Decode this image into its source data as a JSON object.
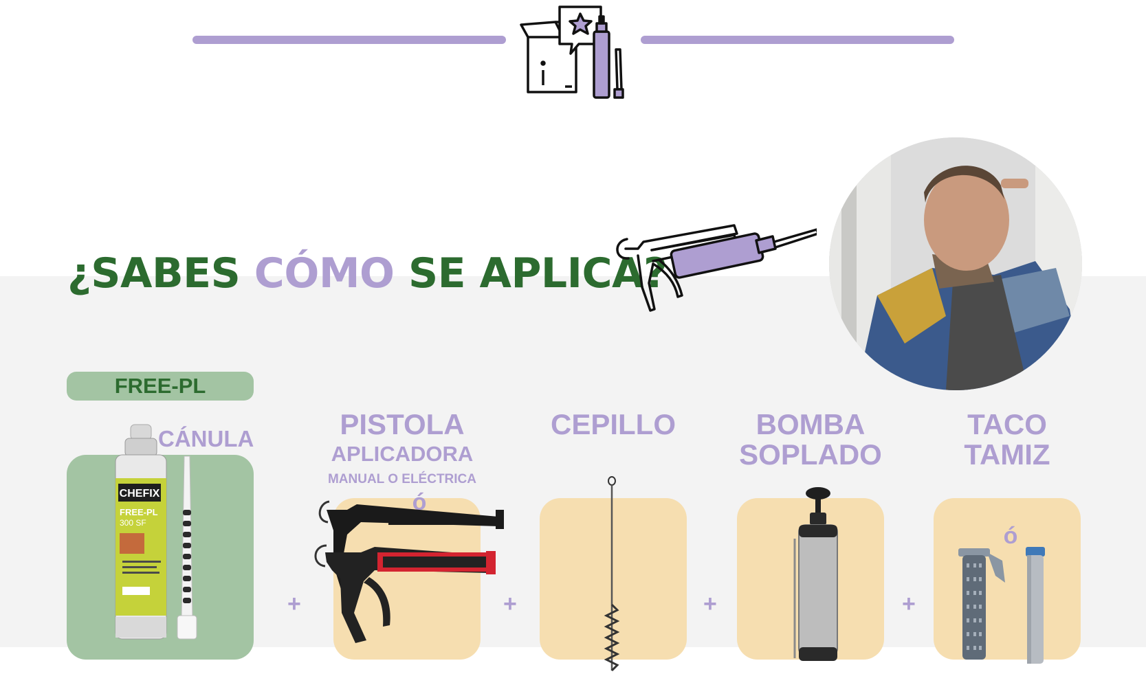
{
  "header": {
    "icon": "product-box-with-cartridge-icon"
  },
  "headline": {
    "part1": "¿SABES",
    "part2": "CÓMO",
    "part3": "SE APLICA?"
  },
  "product": {
    "pill": "FREE-PL",
    "canula": "CÁNULA",
    "brand": "CHEFIX",
    "name": "FREE-PL",
    "size": "300 SF"
  },
  "items": [
    {
      "line1": "PISTOLA",
      "line2": "APLICADORA",
      "line3": "MANUAL O ELÉCTRICA",
      "or": "ó"
    },
    {
      "line1": "CEPILLO"
    },
    {
      "line1": "BOMBA",
      "line2": "SOPLADO"
    },
    {
      "line1": "TACO",
      "line2": "TAMIZ",
      "or": "ó"
    }
  ],
  "plus": "+",
  "colors": {
    "green": "#2c6b2f",
    "purple": "#ae9ed1",
    "sage": "#a3c4a3",
    "beige": "#f6deb0"
  }
}
